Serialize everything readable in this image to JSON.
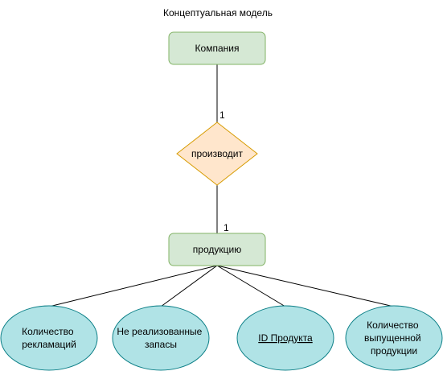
{
  "title": "Концептуальная модель",
  "entities": {
    "company": "Компания",
    "product": "продукцию"
  },
  "relationship": {
    "label": "производит",
    "cardinality_top": "1",
    "cardinality_bottom": "1"
  },
  "attributes": [
    {
      "lines": [
        "Количество",
        "рекламаций"
      ],
      "underline": false
    },
    {
      "lines": [
        "Не реализованные",
        "запасы"
      ],
      "underline": false
    },
    {
      "lines": [
        "ID Продукта"
      ],
      "underline": true
    },
    {
      "lines": [
        "Количество",
        "выпущенной",
        "продукции"
      ],
      "underline": false
    }
  ],
  "colors": {
    "entity_fill": "#d5e8d4",
    "entity_stroke": "#82b366",
    "relationship_fill": "#ffe6cc",
    "relationship_stroke": "#d79b00",
    "attribute_fill": "#b0e3e6",
    "attribute_stroke": "#0e8088"
  }
}
